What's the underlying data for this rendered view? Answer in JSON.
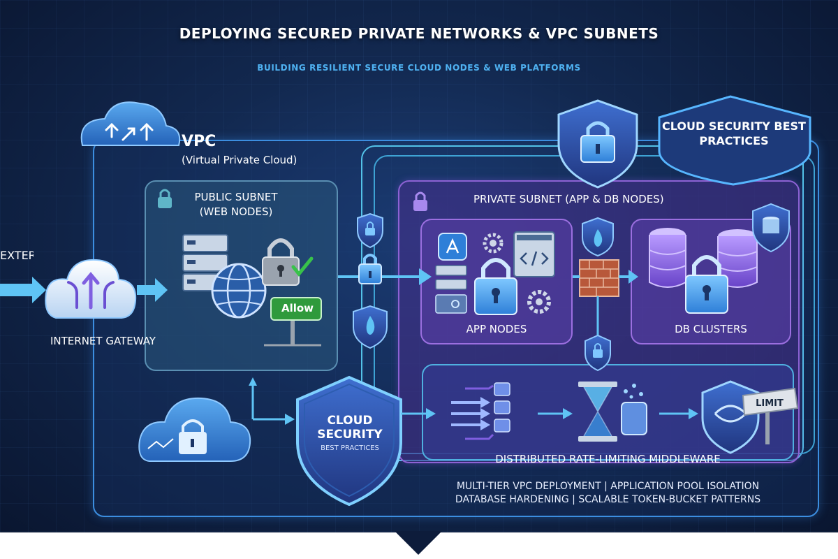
{
  "header": {
    "title": "DEPLOYING SECURED PRIVATE NETWORKS & VPC SUBNETS",
    "subtitle": "BUILDING RESILIENT SECURE CLOUD NODES & WEB PLATFORMS"
  },
  "external": {
    "traffic_label": "EXTERNAL TRAFFIC",
    "gateway_label": "INTERNET GATEWAY"
  },
  "vpc": {
    "title": "VPC",
    "subtitle": "(Virtual Private Cloud)"
  },
  "public_subnet": {
    "title": "PUBLIC SUBNET (WEB NODES)",
    "allow_sign": "Allow"
  },
  "private_subnet": {
    "title": "PRIVATE SUBNET (APP & DB NODES)",
    "app_nodes": "APP NODES",
    "db_clusters": "DB CLUSTERS"
  },
  "middleware": {
    "title": "DISTRIBUTED RATE-LIMITING MIDDLEWARE",
    "limit_sign": "LIMIT"
  },
  "badges": {
    "top_right": "CLOUD SECURITY BEST PRACTICES",
    "center_title": "CLOUD SECURITY",
    "center_subtitle": "BEST PRACTICES"
  },
  "footer": {
    "line1": "MULTI-TIER VPC DEPLOYMENT | APPLICATION POOL ISOLATION",
    "line2": "DATABASE HARDENING | SCALABLE TOKEN-BUCKET PATTERNS"
  },
  "icons": [
    "cloud-router-icon",
    "cloud-gateway-icon",
    "cloud-vpn-icon",
    "server-icon",
    "globe-icon",
    "padlock-icon",
    "shield-icon",
    "firewall-icon",
    "database-icon",
    "hourglass-icon",
    "app-store-icon",
    "code-icon",
    "gear-icon",
    "flame-icon",
    "sign-post-icon"
  ],
  "colors": {
    "background": "#12284f",
    "accent_blue": "#4fb2f2",
    "private_purple": "#8d62d4",
    "public_teal": "#5a8fb2",
    "arrow_blue": "#5fc4f5",
    "allow_green": "#2f9a3c"
  }
}
